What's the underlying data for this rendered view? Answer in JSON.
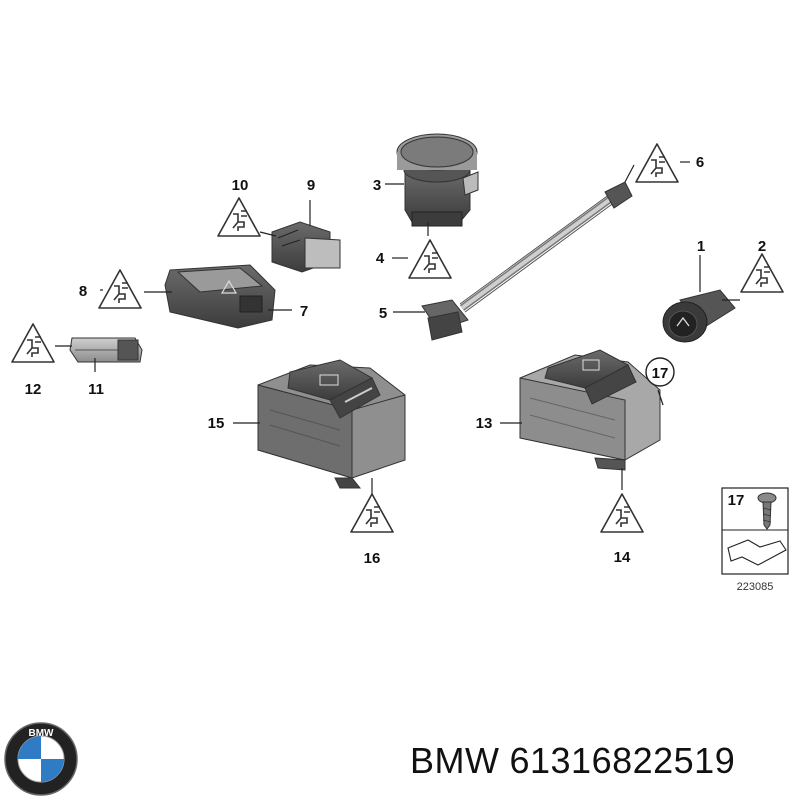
{
  "callouts": [
    "1",
    "2",
    "3",
    "4",
    "5",
    "6",
    "7",
    "8",
    "9",
    "10",
    "11",
    "12",
    "13",
    "14",
    "15",
    "16",
    "17"
  ],
  "detail_box": {
    "callout": "17",
    "ref_number": "223085"
  },
  "logo": {
    "text": "BMW"
  },
  "brand": "BMW",
  "part_number": "61316822519",
  "colors": {
    "part_dark": "#4a4a4a",
    "part_mid": "#8a8a8a",
    "part_light": "#bdbdbd",
    "lines": "#222222"
  }
}
